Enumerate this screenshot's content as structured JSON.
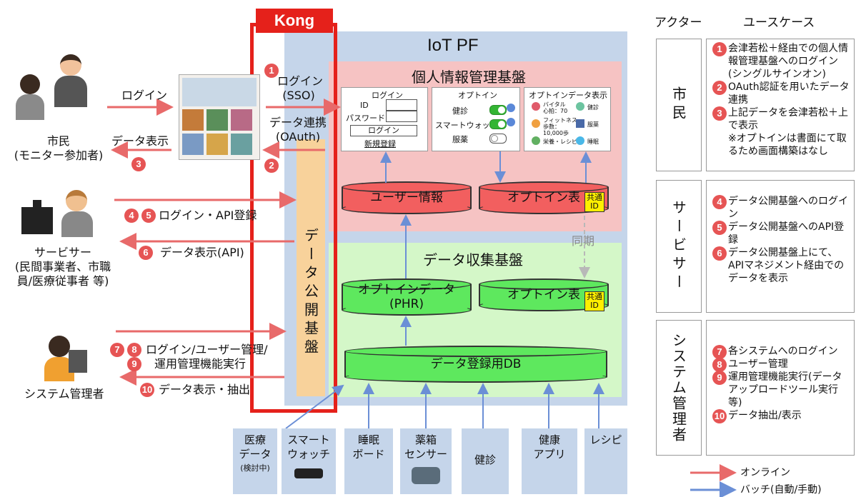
{
  "kong": "Kong",
  "iot_pf": "IoT PF",
  "personal_info": "個人情報管理基盤",
  "data_collection": "データ収集基盤",
  "data_public": "データ公開基盤",
  "cylinders": {
    "user_info": "ユーザー情報",
    "optin_table": "オプトイン表",
    "optin_table2": "オプトイン表",
    "optin_data_line1": "オプトインデータ",
    "optin_data_line2": "(PHR)",
    "register_db": "データ登録用DB",
    "badge_line1": "共通",
    "badge_line2": "ID",
    "sync": "同期"
  },
  "login_panel": {
    "title": "ログイン",
    "id": "ID",
    "password": "パスワード",
    "button": "ログイン",
    "register": "新規登録"
  },
  "optin_panel": {
    "title": "オプトイン",
    "items": [
      "健診",
      "スマートウォッチ",
      "服薬"
    ]
  },
  "optin_display_panel": {
    "title": "オプトインデータ表示",
    "items": [
      "バイタル",
      "心拍：70",
      "フィットネス",
      "歩数：",
      "10,000歩",
      "栄養・レシピ",
      "健診",
      "服薬",
      "睡眠"
    ]
  },
  "kong_labels": {
    "login_sso_1": "ログイン",
    "login_sso_2": "(SSO)",
    "data_link_1": "データ連携",
    "data_link_2": "(OAuth)"
  },
  "actors": {
    "citizen_1": "市民",
    "citizen_2": "(モニター参加者)",
    "servicer_1": "サービサー",
    "servicer_2": "(民間事業者、市職",
    "servicer_3": "員/医療従事者 等)",
    "admin": "システム管理者"
  },
  "flows": {
    "login": "ログイン",
    "data_display": "データ表示",
    "login_api": "ログイン・API登録",
    "data_display_api": "データ表示(API)",
    "admin_1": "ログイン/ユーザー管理/",
    "admin_2": "運用管理機能実行",
    "admin_3": "データ表示・抽出"
  },
  "numbers": [
    "1",
    "2",
    "3",
    "4",
    "5",
    "6",
    "7",
    "8",
    "9",
    "10"
  ],
  "sources": [
    {
      "l1": "医療",
      "l2": "データ",
      "l3": "(検討中)"
    },
    {
      "l1": "スマート",
      "l2": "ウォッチ",
      "l3": ""
    },
    {
      "l1": "睡眠",
      "l2": "ボード",
      "l3": ""
    },
    {
      "l1": "薬箱",
      "l2": "センサー",
      "l3": ""
    },
    {
      "l1": "健診",
      "l2": "",
      "l3": ""
    },
    {
      "l1": "健康",
      "l2": "アプリ",
      "l3": ""
    },
    {
      "l1": "レシピ",
      "l2": "",
      "l3": ""
    }
  ],
  "usecase": {
    "actor_header": "アクター",
    "usecase_header": "ユースケース",
    "actor_citizen": "市民",
    "actor_servicer": "サービサー",
    "actor_admin": "システム管理者",
    "citizen_1": "会津若松＋経由での個人情報管理基盤へのログイン(シングルサインオン)",
    "citizen_2": "OAuth認証を用いたデータ連携",
    "citizen_3": "上記データを会津若松＋上で表示",
    "citizen_note": "※オプトインは書面にて取るため画面構築はなし",
    "servicer_4": "データ公開基盤へのログイン",
    "servicer_5": "データ公開基盤へのAPI登録",
    "servicer_6": "データ公開基盤上にて、APIマネジメント経由でのデータを表示",
    "admin_7": "各システムへのログイン",
    "admin_8": "ユーザー管理",
    "admin_9": "運用管理機能実行(データアップロードツール実行等)",
    "admin_10": "データ抽出/表示"
  },
  "legend": {
    "online": "オンライン",
    "batch": "バッチ(自動/手動)"
  },
  "colors": {
    "online": "#e86a6a",
    "batch": "#6b8fd6",
    "kong": "#e5211b",
    "pf_bg": "#c5d5ea",
    "personal_bg": "#f6c3c3",
    "collection_bg": "#d4f7c8",
    "cylinder_red": "#f25f5f",
    "cylinder_green": "#5ee85e",
    "public_bg": "#f8d29b"
  }
}
